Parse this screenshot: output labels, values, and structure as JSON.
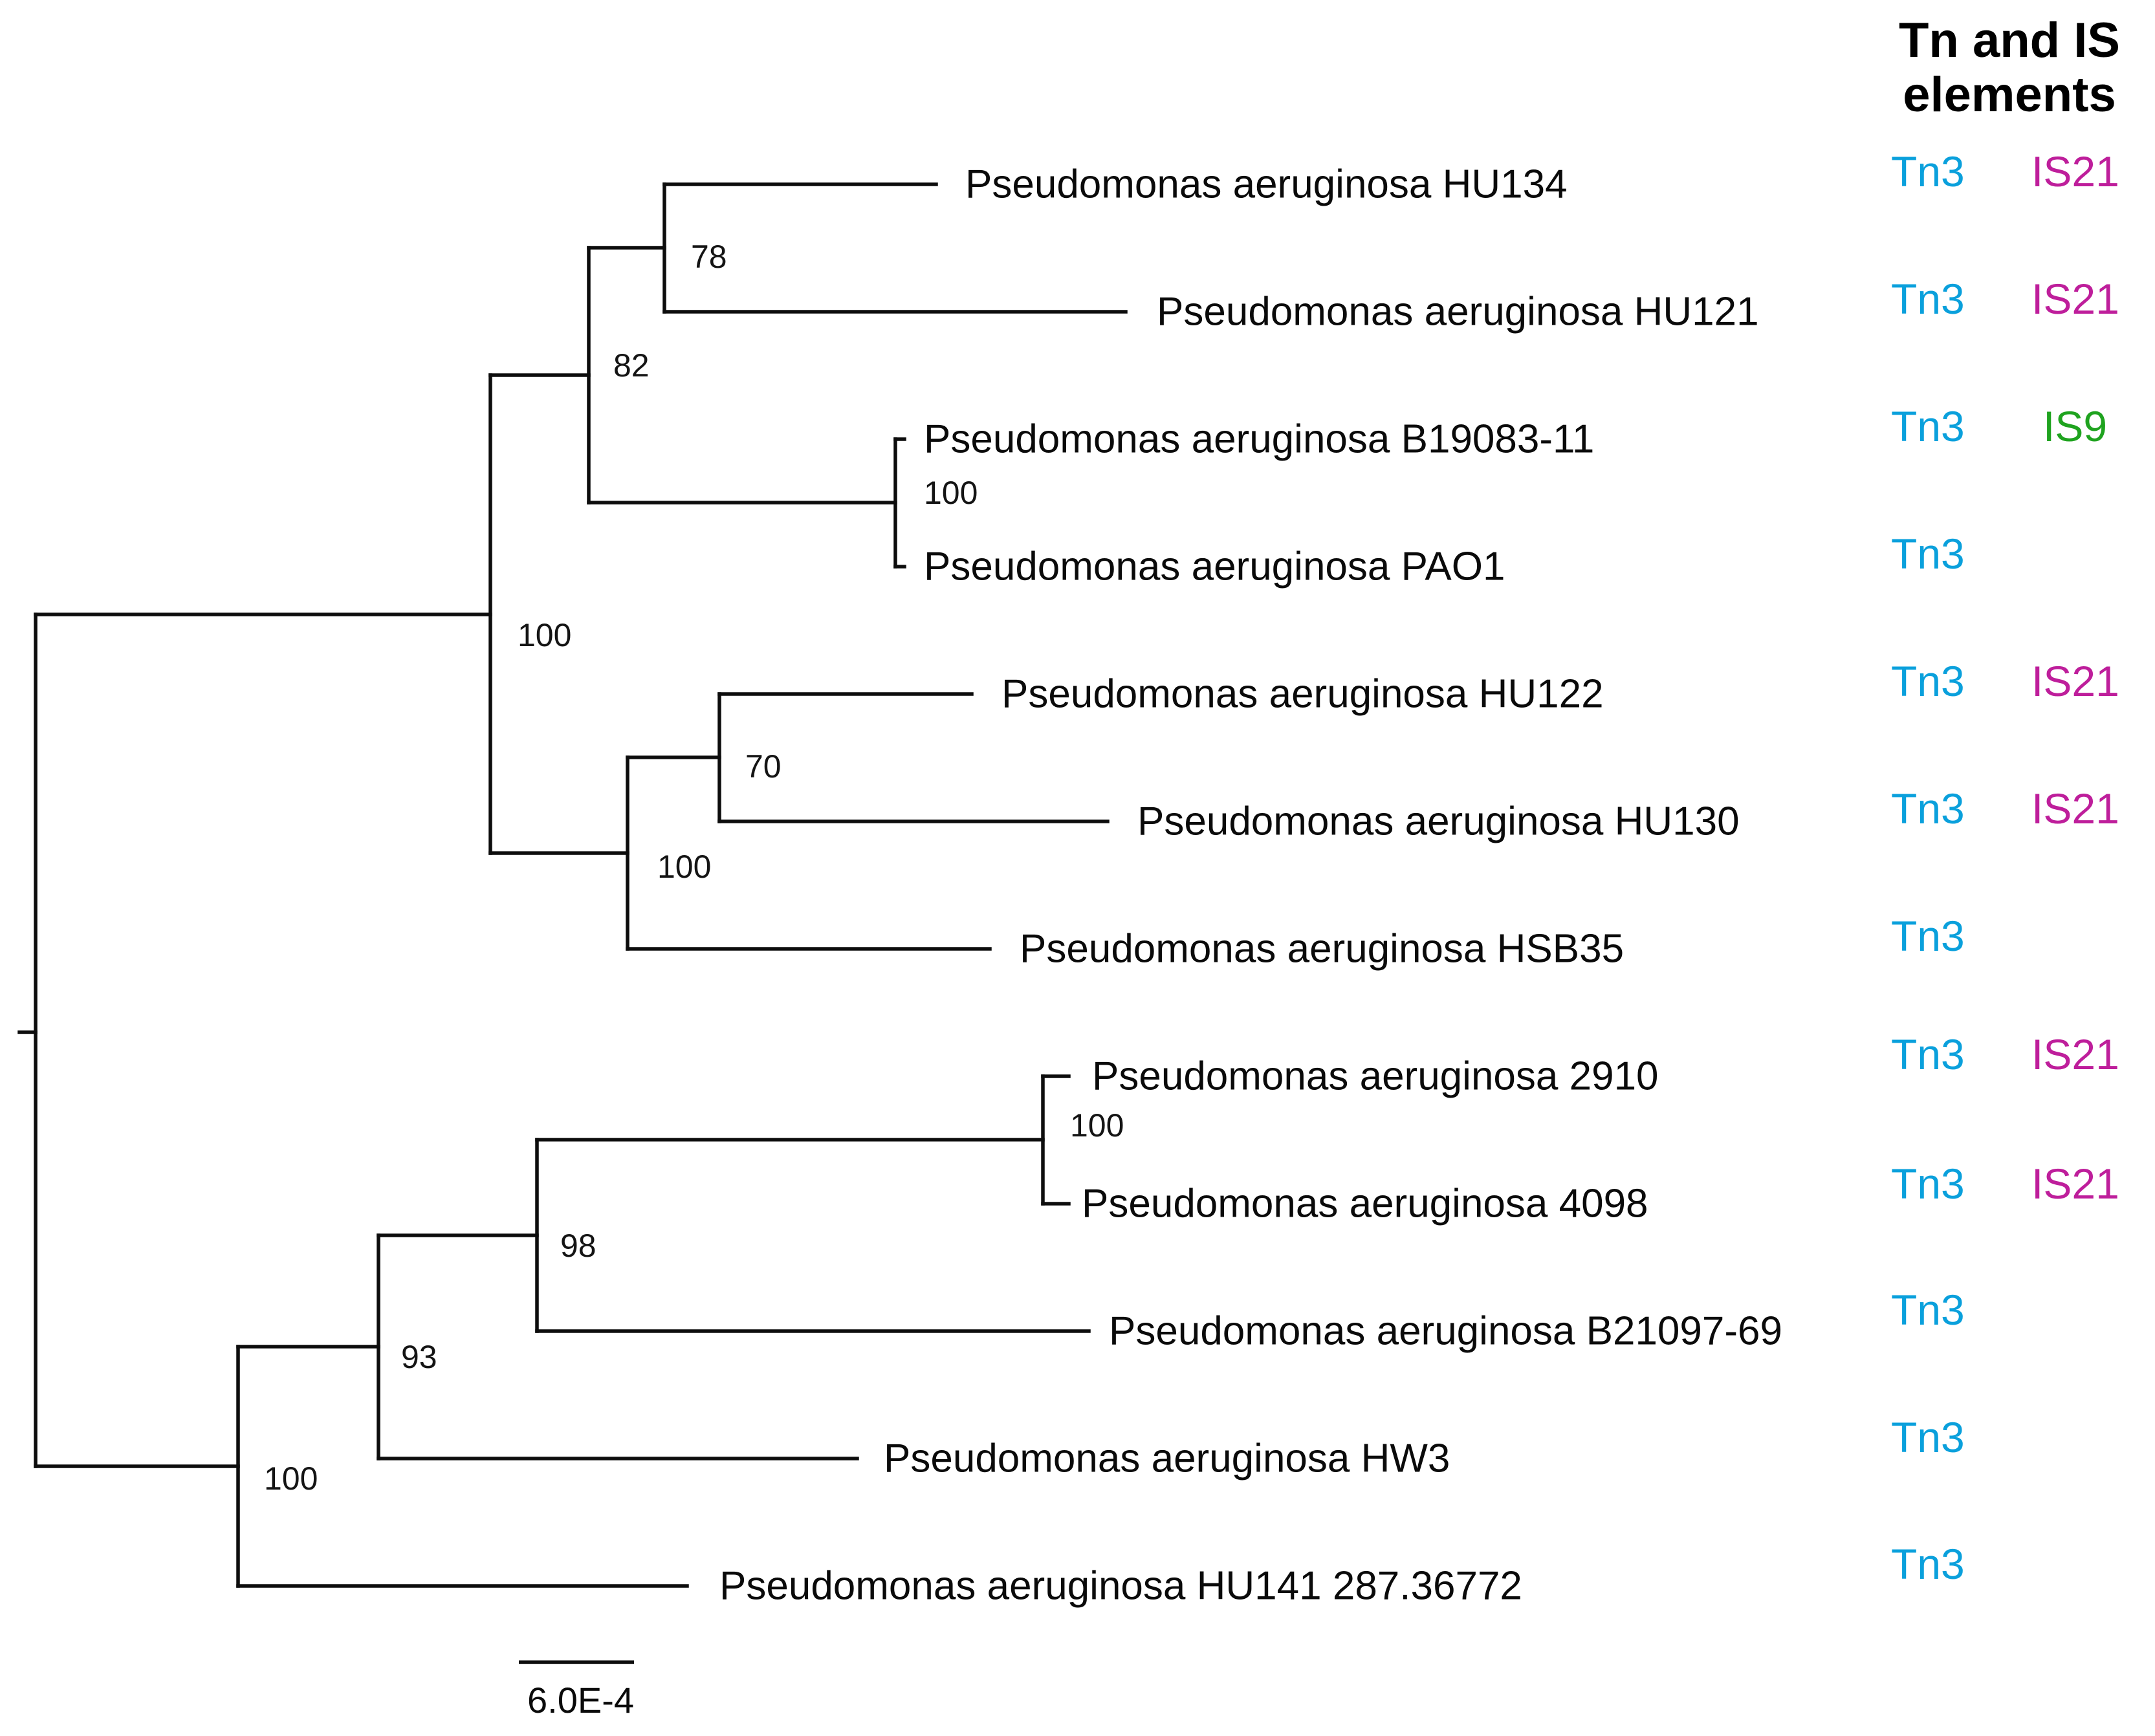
{
  "figure": {
    "header": {
      "line1": "Tn and IS",
      "line2": "elements"
    },
    "scale_bar": {
      "label": "6.0E-4"
    },
    "colors": {
      "tn3": "#0aa0dc",
      "is21": "#be1e9b",
      "is9": "#1fa31f",
      "line": "#0d0d0d"
    }
  },
  "tips": [
    {
      "label": "Pseudomonas aeruginosa HU134",
      "tn": "Tn3",
      "is": "IS21"
    },
    {
      "label": "Pseudomonas aeruginosa HU121",
      "tn": "Tn3",
      "is": "IS21"
    },
    {
      "label": "Pseudomonas aeruginosa B19083-11",
      "tn": "Tn3",
      "is": "IS9"
    },
    {
      "label": "Pseudomonas aeruginosa PAO1",
      "tn": "Tn3",
      "is": ""
    },
    {
      "label": "Pseudomonas aeruginosa HU122",
      "tn": "Tn3",
      "is": "IS21"
    },
    {
      "label": "Pseudomonas aeruginosa HU130",
      "tn": "Tn3",
      "is": "IS21"
    },
    {
      "label": "Pseudomonas aeruginosa HSB35",
      "tn": "Tn3",
      "is": ""
    },
    {
      "label": "Pseudomonas aeruginosa 2910",
      "tn": "Tn3",
      "is": "IS21"
    },
    {
      "label": "Pseudomonas aeruginosa 4098",
      "tn": "Tn3",
      "is": "IS21"
    },
    {
      "label": "Pseudomonas aeruginosa B21097-69",
      "tn": "Tn3",
      "is": ""
    },
    {
      "label": "Pseudomonas aeruginosa HW3",
      "tn": "Tn3",
      "is": ""
    },
    {
      "label": "Pseudomonas aeruginosa HU141 287.36772",
      "tn": "Tn3",
      "is": ""
    }
  ],
  "bootstraps": {
    "n78": "78",
    "n82": "82",
    "n100_pao": "100",
    "n100_top": "100",
    "n70": "70",
    "n100_mid": "100",
    "n100_pair": "100",
    "n98": "98",
    "n93": "93",
    "n100_bottom": "100"
  }
}
